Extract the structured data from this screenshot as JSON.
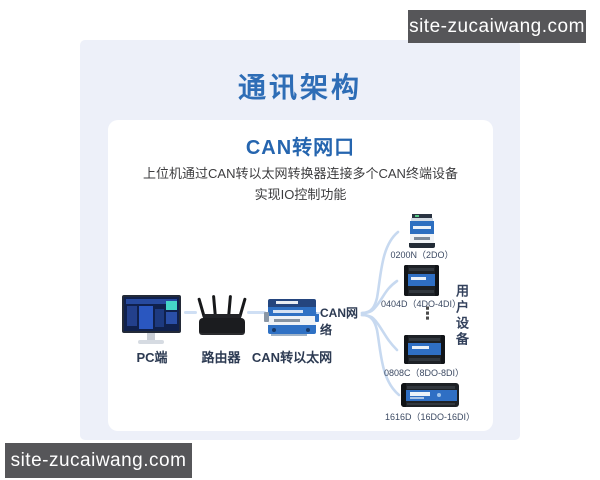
{
  "watermarks": {
    "top": "site-zucaiwang.com",
    "bottom": "site-zucaiwang.com"
  },
  "diagram": {
    "title": "通讯架构",
    "card": {
      "heading": "CAN转网口",
      "desc_line1": "上位机通过CAN转以太网转换器连接多个CAN终端设备",
      "desc_line2": "实现IO控制功能"
    },
    "nodes": {
      "pc": {
        "label": "PC端"
      },
      "router": {
        "label": "路由器"
      },
      "converter": {
        "label": "CAN转以太网"
      }
    },
    "network_label": "CAN网络",
    "group_label": "用户设备",
    "ellipsis": "⋮",
    "devices": [
      {
        "label": "0200N（2DO）"
      },
      {
        "label": "0404D（4DO-4DI）"
      },
      {
        "label": "0808C（8DO-8DI）"
      },
      {
        "label": "1616D（16DO-16DI）"
      }
    ]
  },
  "colors": {
    "accent_blue": "#2e6db6",
    "heading_blue": "#2565af",
    "panel_bg": "#edf0f9",
    "card_bg": "#ffffff",
    "line_blue": "#c9daf0",
    "label_navy": "#33415c",
    "device_blue": "#2f71c4",
    "device_dark": "#1d2126",
    "watermark_bg": "#565659"
  }
}
